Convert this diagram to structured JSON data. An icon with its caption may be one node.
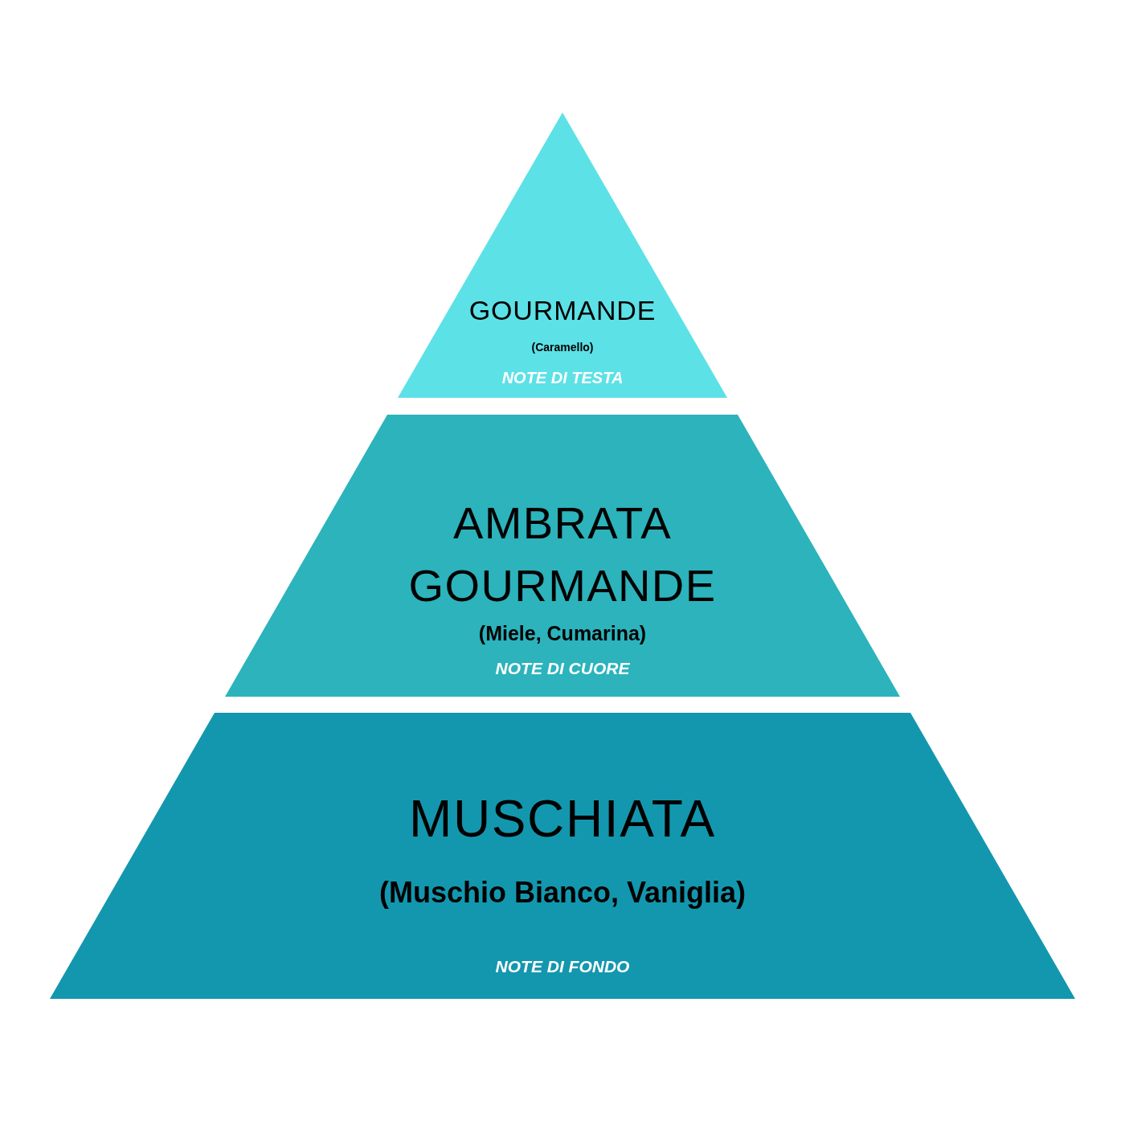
{
  "diagram": {
    "nodes": [
      {
        "text": [
          "GOURMANDE",
          "(Caramello)",
          "NOTE DI TESTA"
        ]
      },
      {
        "text": [
          "AMBRATA GOURMANDE",
          "(Miele, Cumarina)",
          "NOTE DI CUORE"
        ]
      },
      {
        "text": [
          "MUSCHIATA",
          "(Muschio Bianco, Vaniglia)",
          "NOTE DI FONDO"
        ]
      }
    ]
  }
}
